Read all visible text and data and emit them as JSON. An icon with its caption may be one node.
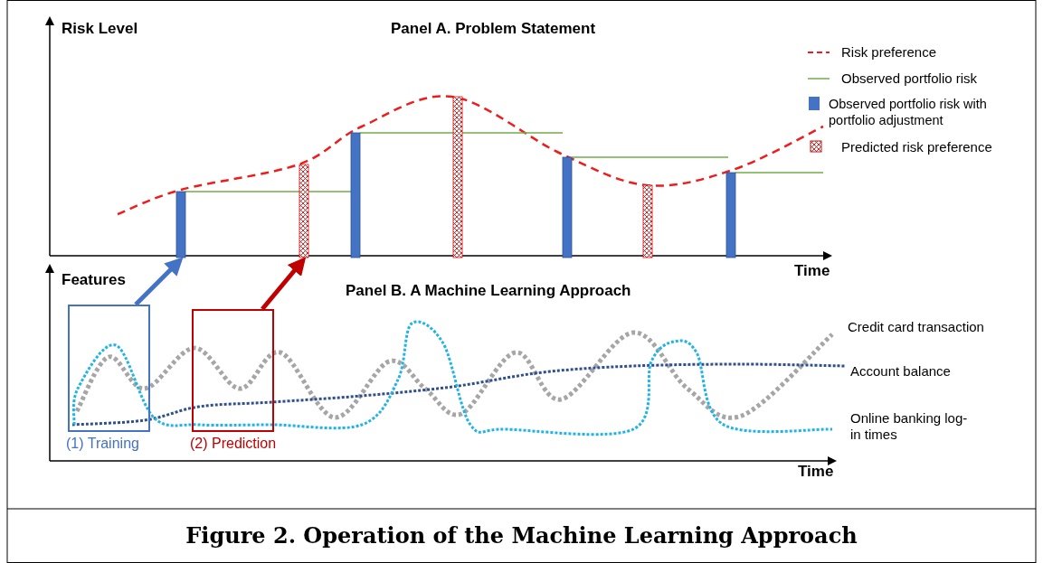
{
  "diagram": {
    "caption": "Figure 2. Operation of the Machine Learning Approach",
    "nodes": [
      {
        "text": [],
        "shape": "bar"
      },
      {
        "text": [],
        "shape": "bar"
      },
      {
        "text": [
          "(1) Training"
        ]
      },
      {
        "text": [
          "(2) Prediction"
        ]
      }
    ],
    "edges": [
      {
        "from": 2,
        "to": 0,
        "arrow": "to",
        "color": "#4472c4"
      },
      {
        "from": 3,
        "to": 1,
        "arrow": "to",
        "color": "#c00000"
      }
    ],
    "labels": [
      "Risk Level",
      "Panel A. Problem Statement",
      "Time",
      "Features",
      "Panel B. A Machine Learning Approach",
      "Credit card transaction",
      "Account balance",
      "Online banking log-in times",
      "Time"
    ],
    "legend": [
      {
        "text": "Risk preference"
      },
      {
        "text": "Observed portfolio risk"
      },
      {
        "text": "Observed portfolio risk with portfolio adjustment",
        "color": "#4472c4"
      },
      {
        "text": "Predicted risk preference"
      }
    ]
  }
}
